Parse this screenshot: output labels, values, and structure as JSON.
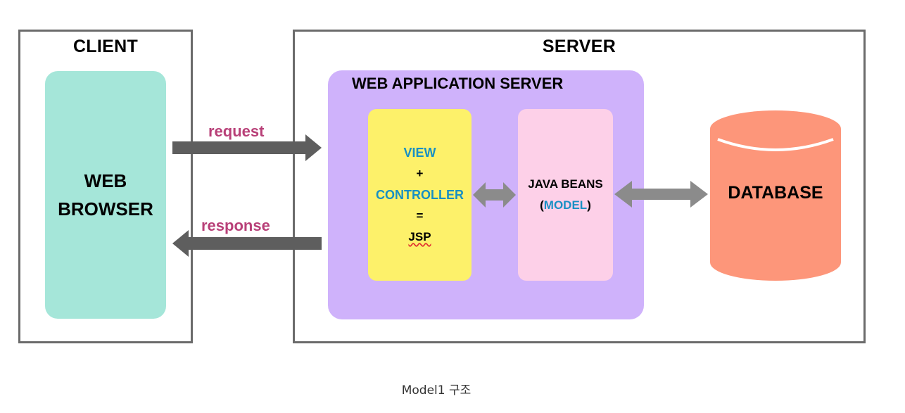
{
  "client": {
    "title": "CLIENT",
    "browser_line1": "WEB",
    "browser_line2": "BROWSER"
  },
  "server": {
    "title": "SERVER"
  },
  "was": {
    "title": "WEB APPLICATION SERVER"
  },
  "view_box": {
    "view": "VIEW",
    "plus": "+",
    "controller": "CONTROLLER",
    "equals": "=",
    "jsp": "JSP"
  },
  "beans_box": {
    "line1": "JAVA BEANS",
    "paren_open": "(",
    "model": "MODEL",
    "paren_close": ")"
  },
  "database": {
    "label": "DATABASE"
  },
  "arrows": {
    "request": "request",
    "response": "response"
  },
  "caption": "Model1 구조",
  "colors": {
    "frame": "#6b6b6b",
    "browser": "#a5e6d9",
    "was": "#cfb2fb",
    "view": "#fdf16a",
    "beans": "#fdd0e8",
    "database": "#fd967a",
    "arrow_dark": "#5e5e5e",
    "arrow_light": "#8b8b8b",
    "arrow_text": "#b84078",
    "view_text": "#1890c4",
    "model_text": "#1890c4"
  }
}
